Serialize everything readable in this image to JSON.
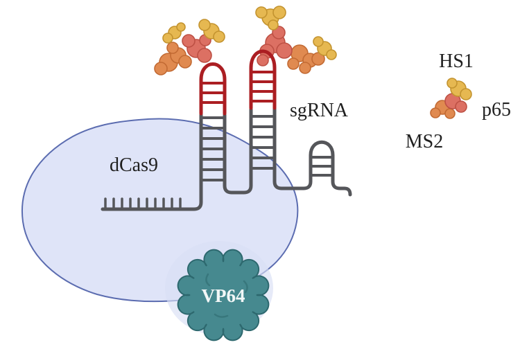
{
  "diagram": {
    "components": {
      "dcas9_label": "dCas9",
      "sgrna_label": "sgRNA",
      "vp64_label": "VP64"
    },
    "legend": {
      "hs1_label": "HS1",
      "p65_label": "p65",
      "ms2_label": "MS2"
    }
  },
  "colors": {
    "background": "#ffffff",
    "dcas9_fill": "#dfe4f8",
    "dcas9_stroke": "#5b6cb0",
    "dcas9_halo": "#d8dff4",
    "sgrna_backbone": "#55565a",
    "ms2_hairpin_red": "#ab1e22",
    "vp64_fill": "#46898f",
    "vp64_stroke": "#2d686e",
    "vp64_crease": "#2d686e",
    "vp64_label_color": "#f2f7f7",
    "ms2_protein_fill": "#e08a50",
    "ms2_protein_stroke": "#c26a33",
    "p65_fill": "#dc7063",
    "p65_stroke": "#bd5044",
    "hs1_fill": "#e6b851",
    "hs1_stroke": "#c3932f",
    "label_text": "#1f1f1f"
  }
}
